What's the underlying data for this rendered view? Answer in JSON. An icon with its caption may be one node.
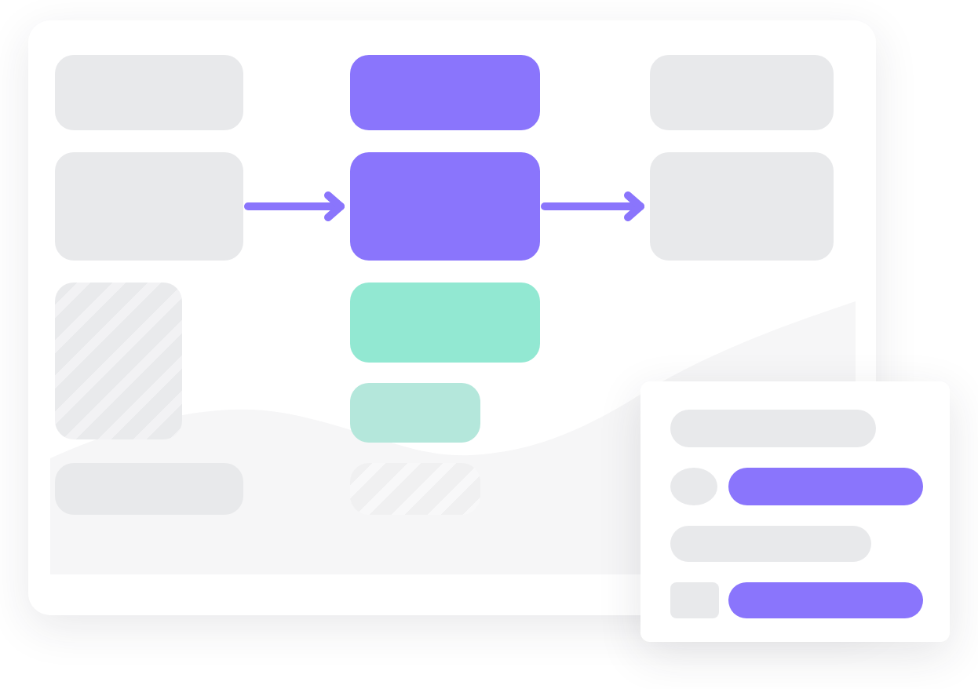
{
  "diagram": {
    "nodes": [
      {
        "text": [],
        "shape": "box"
      },
      {
        "text": [],
        "shape": "box"
      },
      {
        "text": [],
        "shape": "box"
      },
      {
        "text": [],
        "shape": "box"
      },
      {
        "text": [],
        "shape": "box"
      },
      {
        "text": [],
        "shape": "box"
      },
      {
        "text": [],
        "shape": "box"
      },
      {
        "text": [],
        "shape": "box"
      },
      {
        "text": [],
        "shape": "box"
      },
      {
        "text": [],
        "shape": "box"
      },
      {
        "text": [],
        "shape": "box"
      },
      {
        "text": [],
        "shape": "box"
      },
      {
        "text": [],
        "shape": "bar",
        "in": 11
      },
      {
        "text": [],
        "shape": "circle",
        "in": 11
      },
      {
        "text": [],
        "shape": "bar",
        "in": 11
      },
      {
        "text": [],
        "shape": "bar",
        "in": 11
      },
      {
        "text": [],
        "shape": "box",
        "in": 11
      },
      {
        "text": [],
        "shape": "bar",
        "in": 11
      }
    ],
    "edges": [
      {
        "from": 1,
        "to": 5,
        "arrow": "to"
      },
      {
        "from": 5,
        "to": 10,
        "arrow": "to"
      }
    ]
  }
}
